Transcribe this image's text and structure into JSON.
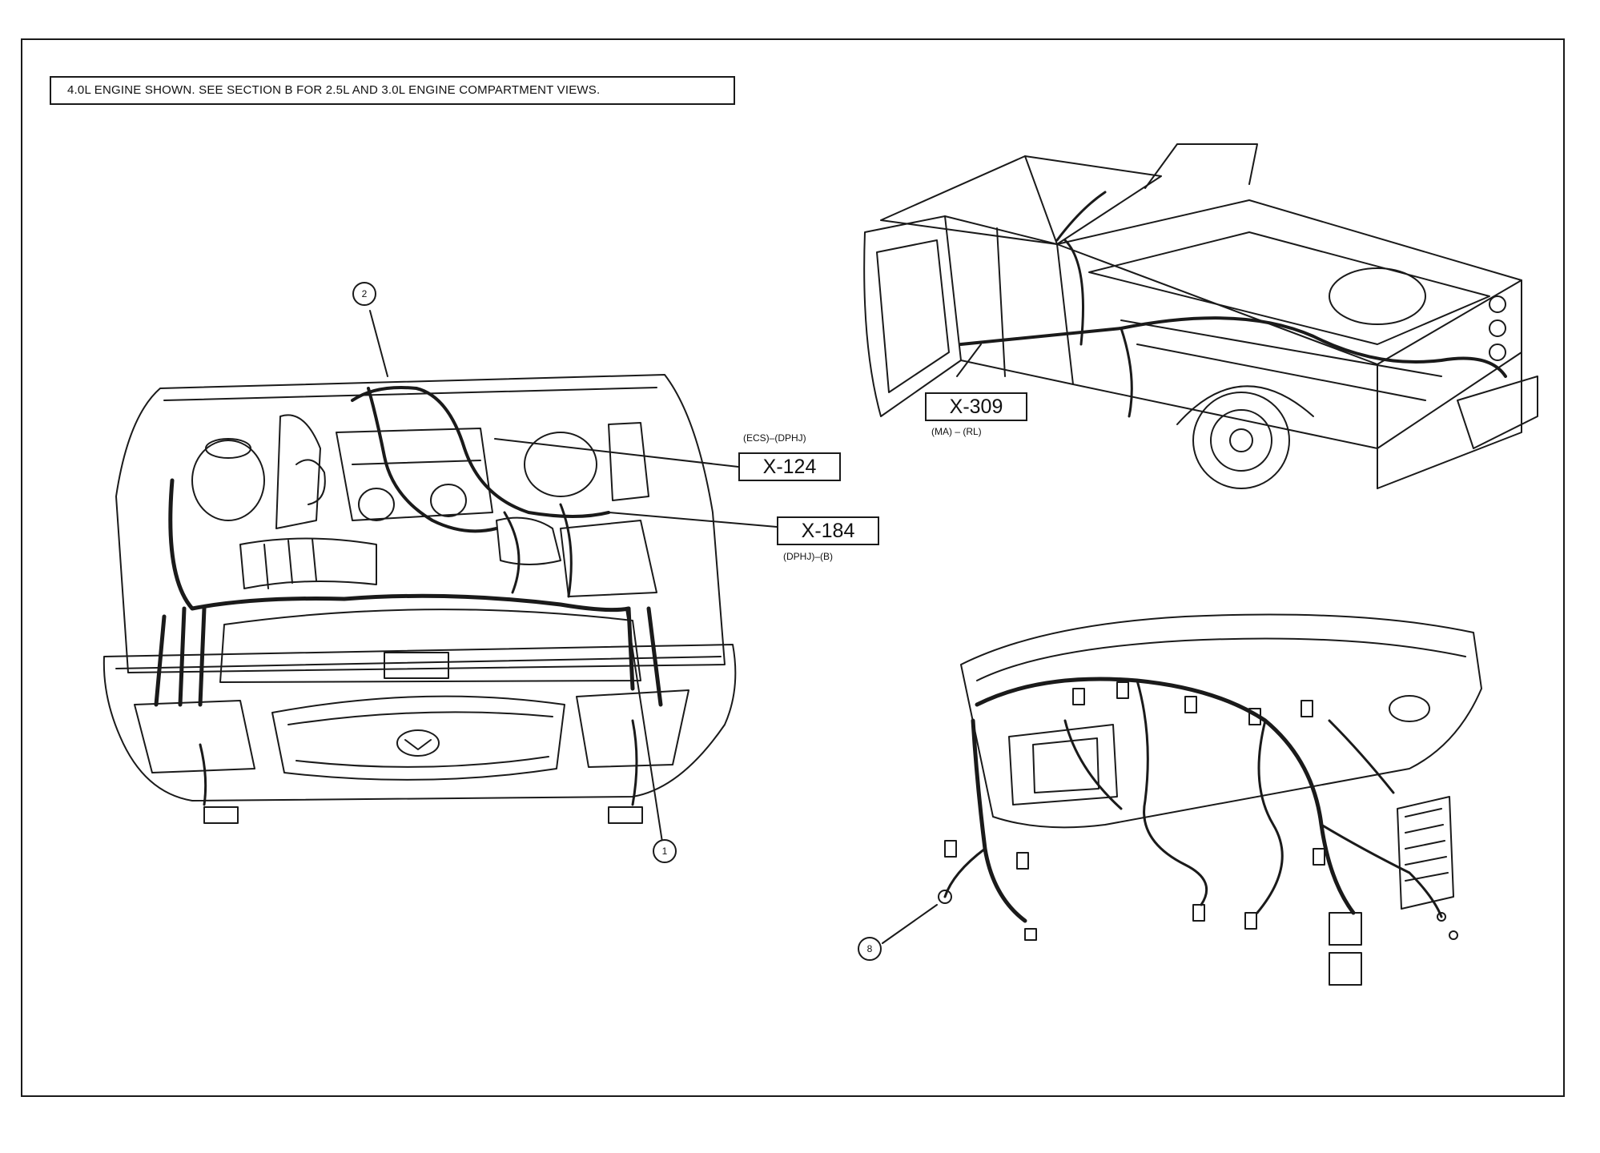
{
  "note": "4.0L ENGINE SHOWN. SEE SECTION B FOR 2.5L AND 3.0L ENGINE COMPARTMENT VIEWS.",
  "connectors": {
    "x124": {
      "label": "X-124",
      "sub": "(ECS)–(DPHJ)"
    },
    "x184": {
      "label": "X-184",
      "sub": "(DPHJ)–(B)"
    },
    "x309": {
      "label": "X-309",
      "sub": "(MA) – (RL)"
    }
  },
  "callouts": {
    "c1": "1",
    "c2": "2",
    "c8": "8"
  }
}
